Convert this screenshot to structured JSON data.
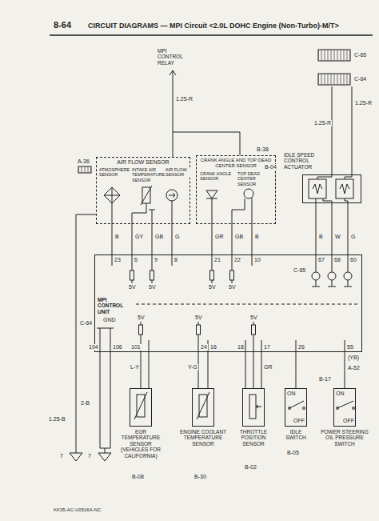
{
  "diagram": {
    "title": "CIRCUIT DIAGRAMS — MPI Circuit <2.0L DOHC Engine (Non-Turbo)-M/T>",
    "nodes": [
      {
        "text": [
          "AIR FLOW SENSOR"
        ]
      },
      {
        "text": [
          "CRANK ANGLE AND TOP DEAD CENTER SENSOR"
        ]
      },
      {
        "text": [
          "IDLE SPEED CONTROL ACTUATOR"
        ]
      },
      {
        "text": [
          "MPI CONTROL UNIT"
        ]
      },
      {
        "text": [
          "EGR TEMPERATURE SENSOR (VEHICLES FOR CALIFORNIA)"
        ]
      },
      {
        "text": [
          "ENGINE COOLANT TEMPERATURE SENSOR"
        ]
      },
      {
        "text": [
          "THROTTLE POSITION SENSOR"
        ]
      },
      {
        "text": [
          "IDLE SWITCH"
        ]
      },
      {
        "text": [
          "POWER STEERING OIL PRESSURE SWITCH"
        ]
      }
    ],
    "edges": [
      {
        "from": 0,
        "to": 3,
        "arrow": "none"
      },
      {
        "from": 1,
        "to": 3,
        "arrow": "none"
      },
      {
        "from": 2,
        "to": 3,
        "arrow": "none"
      },
      {
        "from": 4,
        "to": 3,
        "arrow": "none"
      },
      {
        "from": 5,
        "to": 3,
        "arrow": "none"
      },
      {
        "from": 6,
        "to": 3,
        "arrow": "none"
      },
      {
        "from": 7,
        "to": 3,
        "arrow": "none"
      },
      {
        "from": 8,
        "to": 3,
        "arrow": "none"
      }
    ],
    "labels": [
      "8-64",
      "MPI CONTROL RELAY",
      "1.25-R",
      "C-65",
      "C-64",
      "1.25-R",
      "1.25-R",
      "A-36",
      "B-38",
      "B-04",
      "ATMOSPHERE SENSOR",
      "INTAKE AIR TEMPERATURE SENSOR",
      "AIR FLOW SENSOR",
      "CRANK ANGLE SENSOR",
      "TOP DEAD CENTER SENSOR",
      "B",
      "GY",
      "GB",
      "G",
      "GR",
      "GB",
      "B",
      "B",
      "W",
      "G",
      "23",
      "6",
      "9",
      "8",
      "21",
      "22",
      "10",
      "67",
      "68",
      "60",
      "C-65",
      "5V",
      "5V",
      "5V",
      "5V",
      "GND",
      "5V",
      "5V",
      "5V",
      "C-64",
      "104",
      "106",
      "101",
      "24",
      "16",
      "18",
      "17",
      "26",
      "55",
      "2-B",
      "1.25-B",
      "L-Y",
      "Y-G",
      "GR",
      "(YB)",
      "A-52",
      "7",
      "7",
      "B-08",
      "B-30",
      "B-02",
      "B-05",
      "B-17",
      "ON",
      "OFF",
      "ON",
      "OFF",
      "KK35-AC-U0516A-NC"
    ]
  }
}
